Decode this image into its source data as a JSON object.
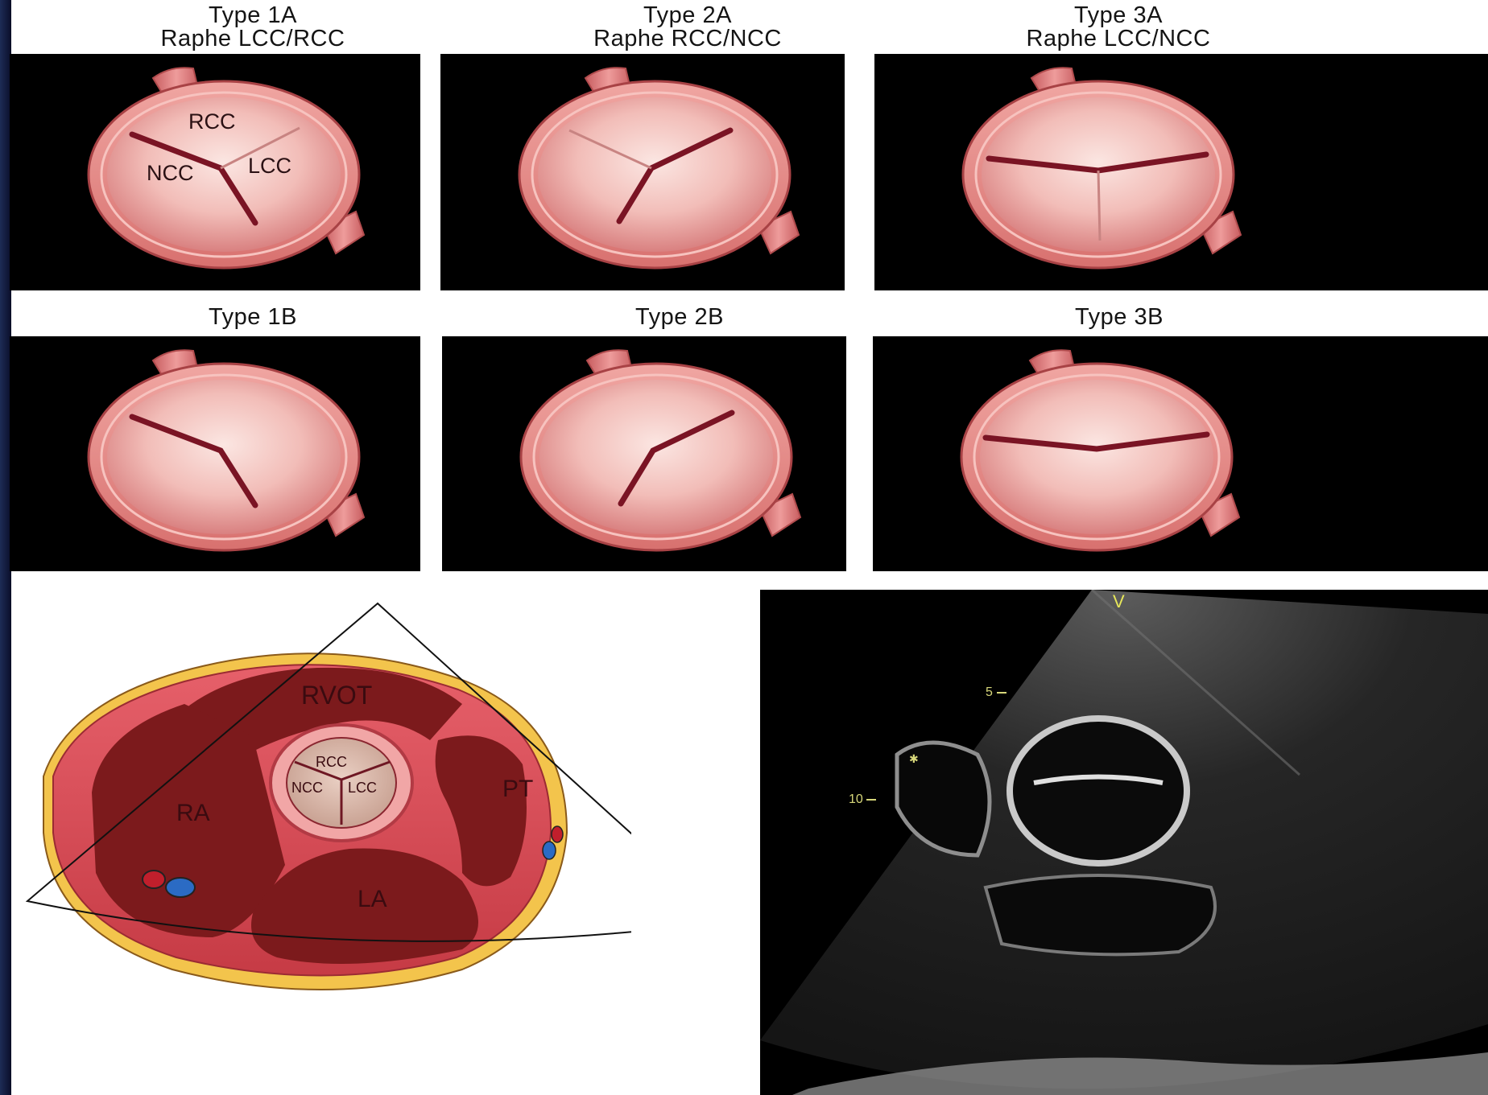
{
  "titles": {
    "t1a_line1": "Type 1A",
    "t1a_line2": "Raphe LCC/RCC",
    "t2a_line1": "Type 2A",
    "t2a_line2": "Raphe RCC/NCC",
    "t3a_line1": "Type 3A",
    "t3a_line2": "Raphe LCC/NCC",
    "t1b": "Type 1B",
    "t2b": "Type 2B",
    "t3b": "Type 3B"
  },
  "valve_labels": {
    "rcc": "RCC",
    "ncc": "NCC",
    "lcc": "LCC"
  },
  "anatomy_labels": {
    "rvot": "RVOT",
    "ra": "RA",
    "la": "LA",
    "pt": "PT",
    "rcc": "RCC",
    "ncc": "NCC",
    "lcc": "LCC"
  },
  "echo_labels": {
    "v": "V",
    "depth5": "5",
    "depth10": "10"
  },
  "colors": {
    "panel_bg": "#000000",
    "valve_pink": "#e89a98",
    "valve_inner": "#f3c6c2",
    "raphe_dark": "#7a1424",
    "chamber_red": "#7c1a1c",
    "fat_yellow": "#f3c44c"
  }
}
